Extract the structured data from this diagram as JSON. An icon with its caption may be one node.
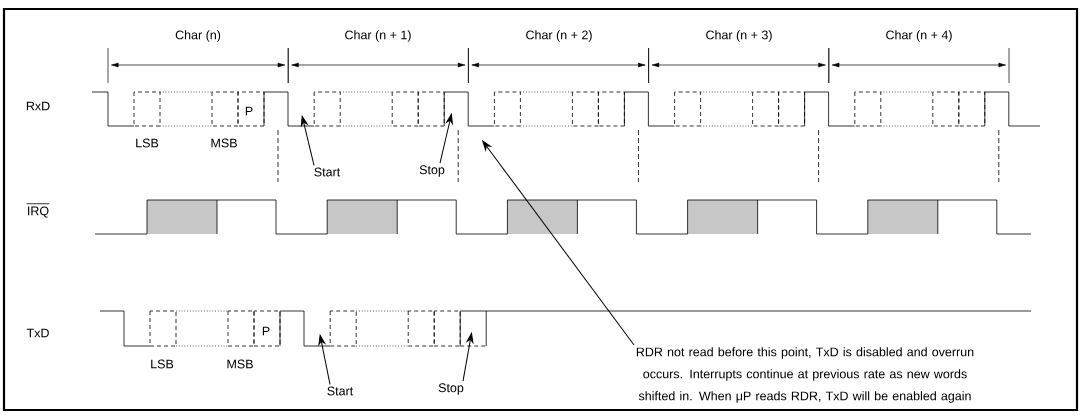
{
  "diagram": {
    "nodes": [
      {
        "text": [
          "Start"
        ]
      },
      {
        "text": [
          "Stop"
        ]
      },
      {
        "text": [
          "Start"
        ]
      },
      {
        "text": [
          "Stop"
        ]
      },
      {
        "text": [
          "RDR not read before this point, TxD is disabled and overrun occurs. Interrupts continue at previous rate as new words shifted in. When μP reads RDR, TxD will be enabled again"
        ]
      },
      {
        "text": [],
        "shape": "picture"
      },
      {
        "text": [],
        "shape": "picture"
      }
    ],
    "edges": [
      {
        "from": 0,
        "to": 5,
        "arrow": "to"
      },
      {
        "from": 1,
        "to": 5,
        "arrow": "to"
      },
      {
        "from": 2,
        "to": 6,
        "arrow": "to"
      },
      {
        "from": 3,
        "to": 6,
        "arrow": "to"
      },
      {
        "from": 4,
        "to": 5,
        "arrow": "to"
      }
    ],
    "labels": [
      "Char (n)",
      "Char (n + 1)",
      "Char (n + 2)",
      "Char (n + 3)",
      "Char (n + 4)",
      "RxD",
      "LSB",
      "MSB",
      "P",
      "IRQ",
      "TxD",
      "LSB",
      "MSB",
      "P"
    ]
  }
}
